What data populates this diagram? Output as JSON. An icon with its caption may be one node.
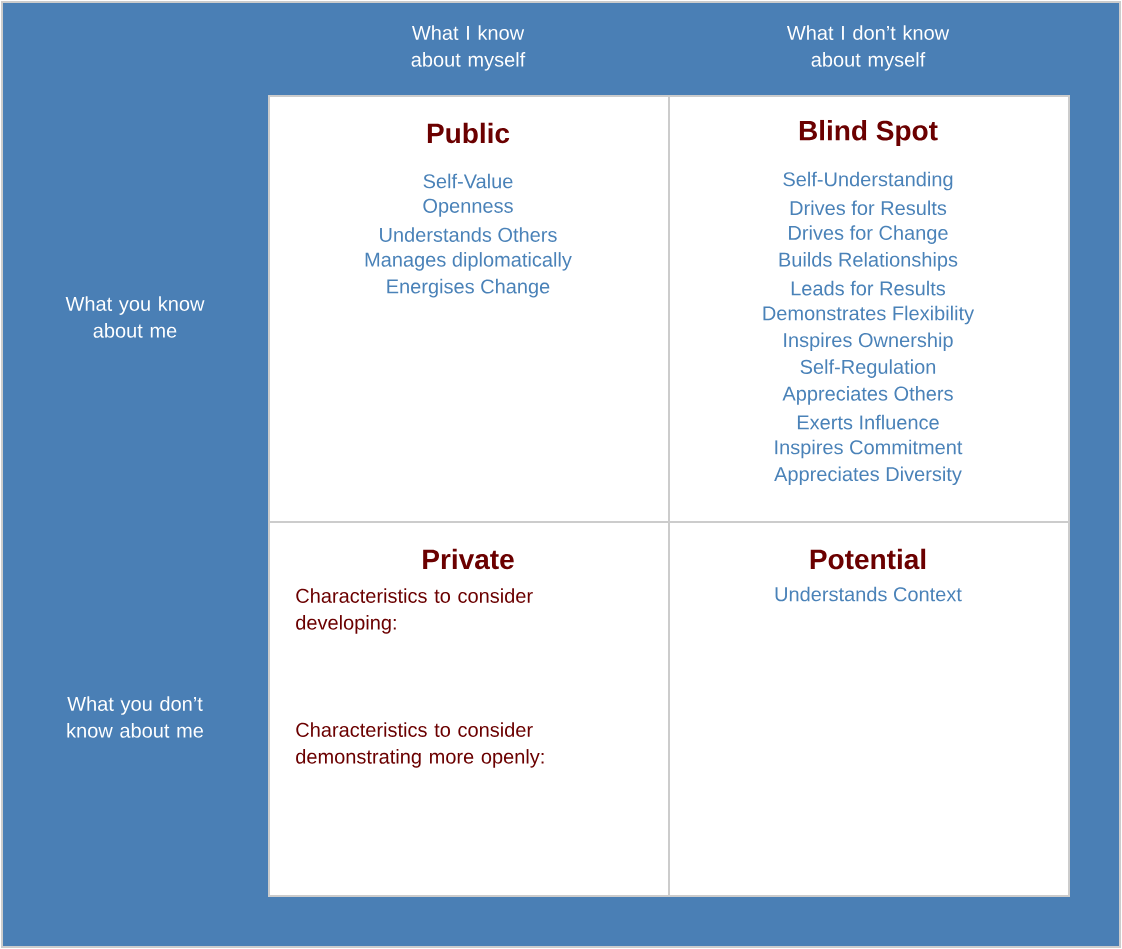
{
  "diagram": {
    "nodes": [
      {
        "text": [
          "Public",
          "Self-Value",
          "Openness",
          "Understands Others",
          "Manages diplomatically",
          "Energises Change"
        ]
      },
      {
        "text": [
          "Blind Spot",
          "Self-Understanding",
          "Drives for Results",
          "Drives for Change",
          "Builds Relationships",
          "Leads for Results",
          "Demonstrates Flexibility",
          "Inspires Ownership",
          "Self-Regulation",
          "Appreciates Others",
          "Exerts Influence",
          "Inspires Commitment",
          "Appreciates Diversity"
        ]
      },
      {
        "text": [
          "Private",
          "Characteristics to consider developing:",
          "Characteristics to consider demonstrating more openly:"
        ]
      },
      {
        "text": [
          "Potential",
          "Understands Context"
        ]
      }
    ],
    "labels": [
      "What I know about myself",
      "What I don’t know about myself",
      "What you know about me",
      "What you don’t know about me"
    ]
  }
}
